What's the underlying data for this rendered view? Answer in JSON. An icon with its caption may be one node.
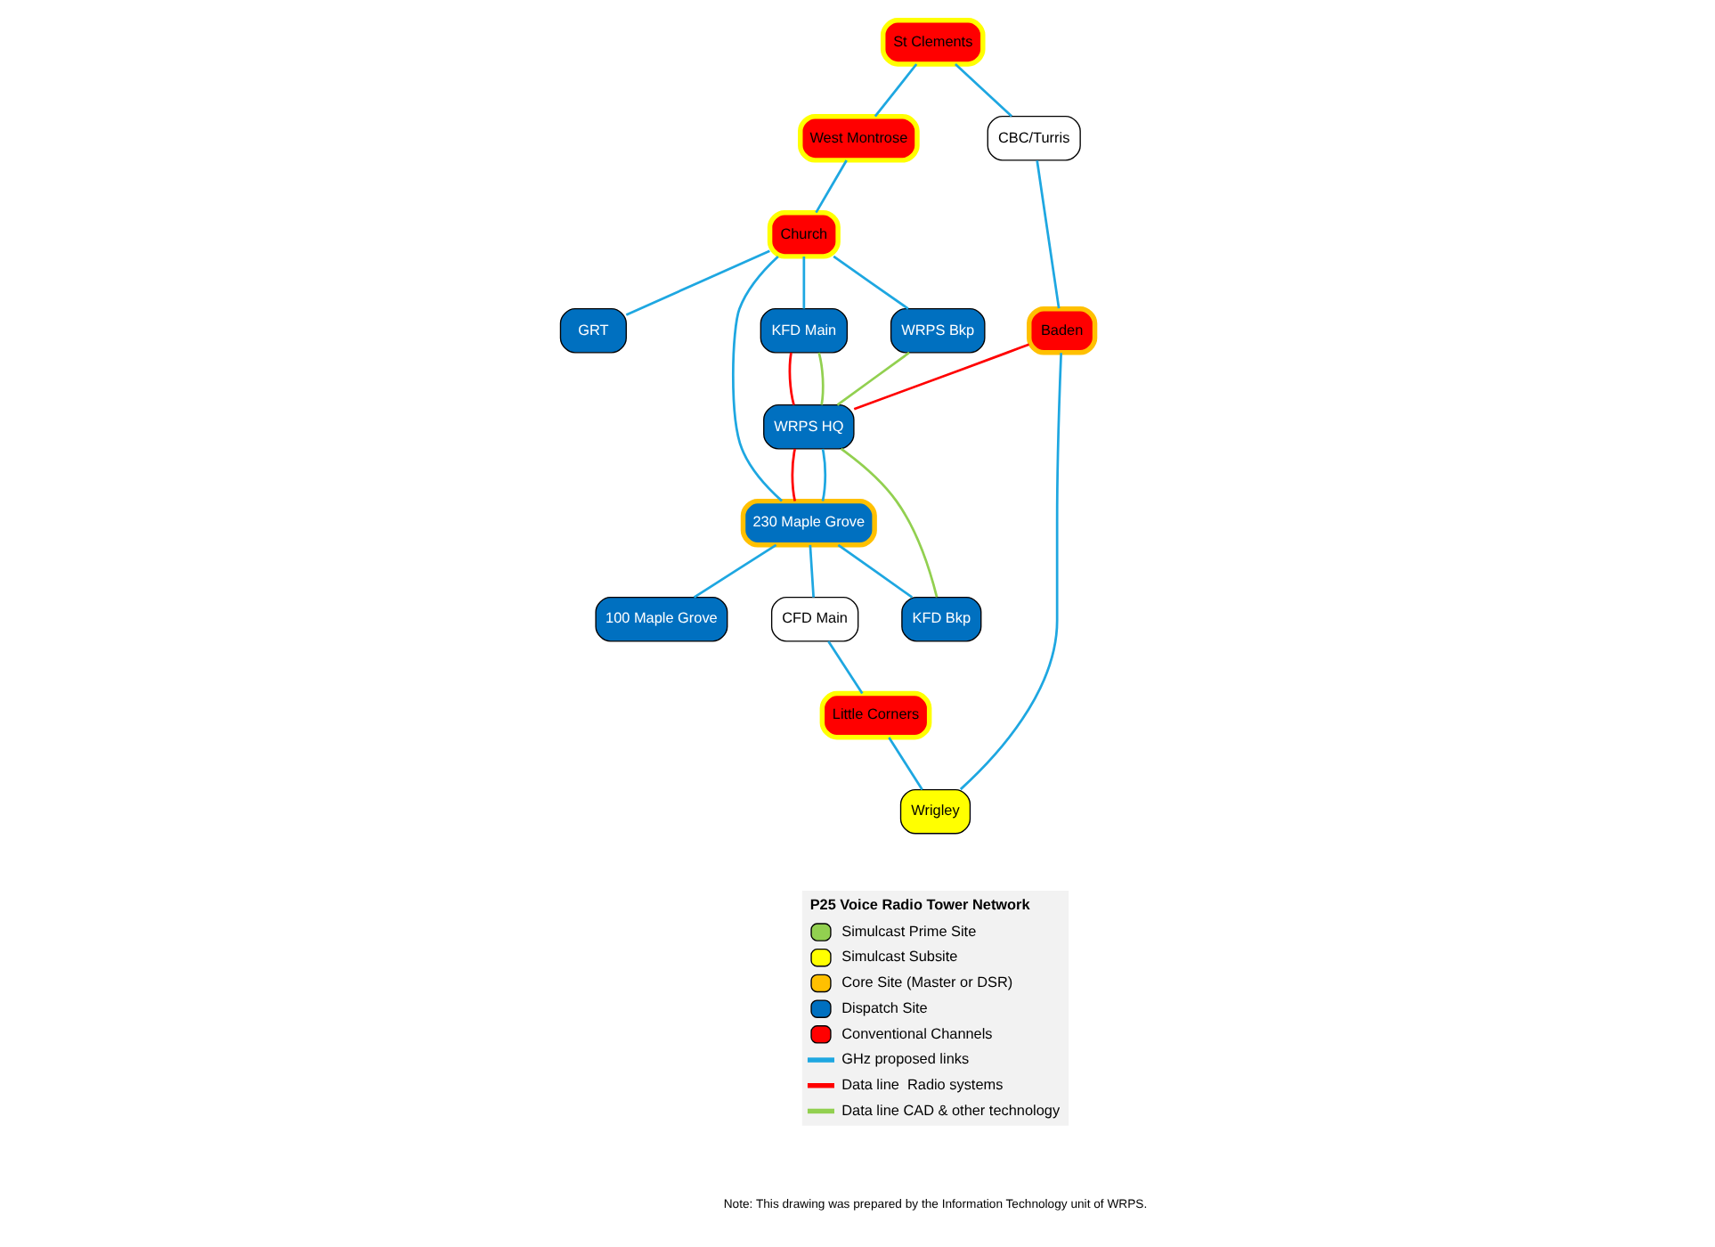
{
  "diagram": {
    "nodes": [
      {
        "text": [
          "St Clements"
        ]
      },
      {
        "text": [
          "West Montrose"
        ]
      },
      {
        "text": [
          "WRPS Bkp"
        ]
      },
      {
        "text": [
          "CBC/Turris"
        ]
      },
      {
        "text": [
          "Church"
        ]
      },
      {
        "text": [
          "GRT"
        ]
      },
      {
        "text": [
          "KFD Main"
        ]
      },
      {
        "text": [
          "230 Maple Grove"
        ]
      },
      {
        "text": [
          "KFD Bkp"
        ]
      },
      {
        "text": [
          "Baden"
        ]
      },
      {
        "text": [
          "WRPS HQ"
        ]
      },
      {
        "text": [
          "CFD Main"
        ]
      },
      {
        "text": [
          "100 Maple Grove"
        ]
      },
      {
        "text": [
          "Little Corners"
        ]
      },
      {
        "text": [
          "Wrigley"
        ]
      }
    ],
    "edges": [
      {
        "from": 0,
        "to": 1,
        "arrow": "none"
      },
      {
        "from": 0,
        "to": 3,
        "arrow": "none"
      },
      {
        "from": 3,
        "to": 9,
        "arrow": "none"
      },
      {
        "from": 1,
        "to": 4,
        "arrow": "none"
      },
      {
        "from": 4,
        "to": 2,
        "arrow": "none"
      },
      {
        "from": 4,
        "to": 5,
        "arrow": "none"
      },
      {
        "from": 4,
        "to": 6,
        "arrow": "none"
      },
      {
        "from": 4,
        "to": 7,
        "arrow": "none"
      },
      {
        "from": 7,
        "to": 8,
        "arrow": "none"
      },
      {
        "from": 7,
        "to": 10,
        "arrow": "none"
      },
      {
        "from": 7,
        "to": 12,
        "arrow": "none"
      },
      {
        "from": 7,
        "to": 11,
        "arrow": "none"
      },
      {
        "from": 11,
        "to": 13,
        "arrow": "none"
      },
      {
        "from": 13,
        "to": 14,
        "arrow": "none"
      },
      {
        "from": 9,
        "to": 14,
        "arrow": "none"
      },
      {
        "from": 9,
        "to": 10,
        "arrow": "none",
        "color": "#ff0000"
      },
      {
        "from": 6,
        "to": 10,
        "arrow": "none",
        "color": "#ff0000"
      },
      {
        "from": 10,
        "to": 7,
        "arrow": "none",
        "color": "#ff0000"
      },
      {
        "from": 6,
        "to": 10,
        "arrow": "none",
        "color": "#92d050"
      },
      {
        "from": 8,
        "to": 10,
        "arrow": "none",
        "color": "#92d050"
      },
      {
        "from": 2,
        "to": 10,
        "arrow": "none",
        "color": "#92d050"
      }
    ],
    "labels": [
      "P25 Voice Radio Tower Network",
      "Note: This drawing was prepared by the Information Technology unit of WRPS."
    ],
    "legend": [
      {
        "text": "Simulcast Prime Site",
        "color": "#92d050"
      },
      {
        "text": "Simulcast Subsite",
        "color": "#ffff00"
      },
      {
        "text": "Core Site (Master or DSR)",
        "color": "#ffc000"
      },
      {
        "text": "Dispatch Site",
        "color": "#0070c0"
      },
      {
        "text": "Conventional Channels",
        "color": "#ff0000"
      },
      {
        "text": "GHz proposed links"
      },
      {
        "text": "Data line  Radio systems"
      },
      {
        "text": "Data line CAD & other technology"
      }
    ]
  }
}
